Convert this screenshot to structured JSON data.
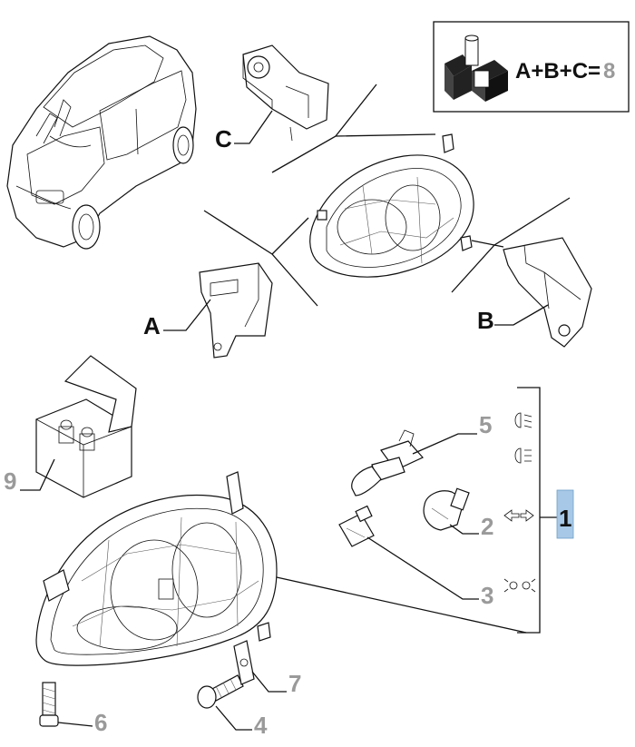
{
  "callouts": {
    "a": "A",
    "b": "B",
    "c": "C",
    "p1": "1",
    "p2": "2",
    "p3": "3",
    "p4": "4",
    "p5": "5",
    "p6": "6",
    "p7": "7",
    "p9": "9"
  },
  "kit_box": {
    "formula": "A+B+C=",
    "result": "8"
  },
  "colors": {
    "callout_dark": "#111111",
    "callout_grey": "#9a9a9a",
    "highlight_box": "#a7c8e6"
  },
  "icons": [
    "low-beam-icon",
    "high-beam-icon",
    "turn-signal-icon",
    "parking-light-icon"
  ]
}
